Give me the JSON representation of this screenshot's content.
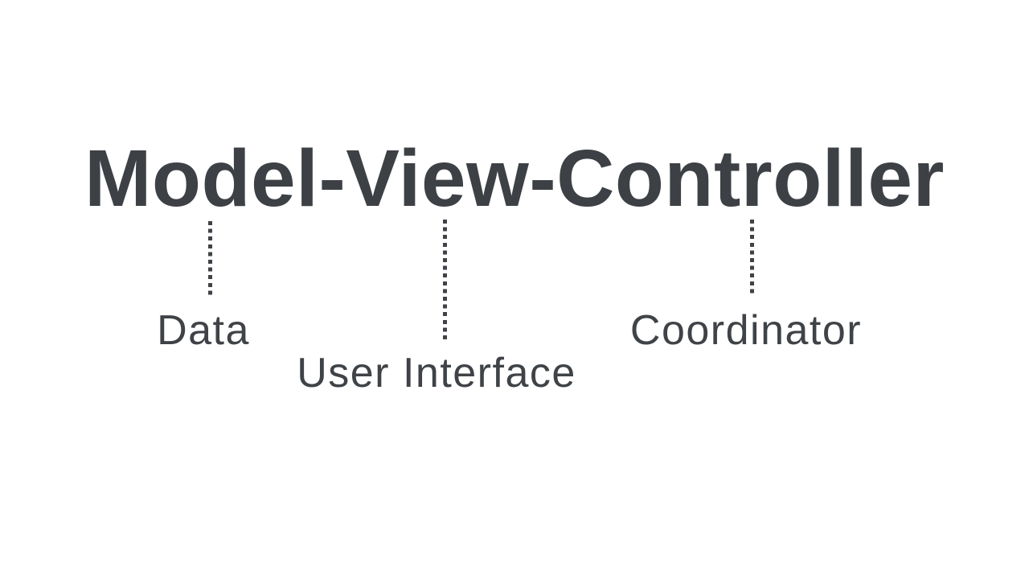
{
  "canvas": {
    "background_color": "#ffffff"
  },
  "title": {
    "text": "Model-View-Controller",
    "color": "#3d4145"
  },
  "callouts": [
    {
      "id": "model",
      "label": "Data"
    },
    {
      "id": "view",
      "label": "User Interface"
    },
    {
      "id": "controller",
      "label": "Coordinator"
    }
  ],
  "colors": {
    "label": "#3f4347",
    "connector_dot": "#3f4347"
  }
}
